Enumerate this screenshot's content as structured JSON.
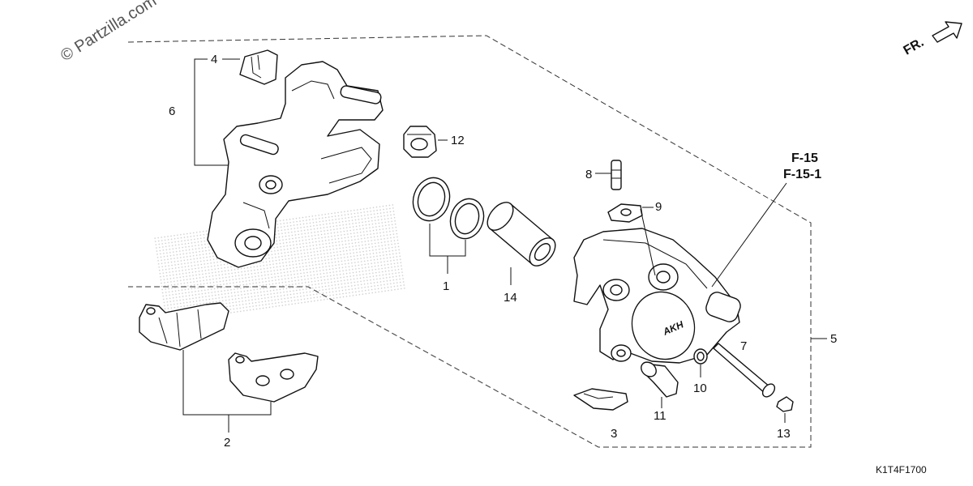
{
  "watermark": "© Partzilla.com",
  "direction": "FR.",
  "refs": [
    "F-15",
    "F-15-1"
  ],
  "diagram_code": "K1T4F1700",
  "callouts": [
    "1",
    "2",
    "3",
    "4",
    "5",
    "6",
    "7",
    "8",
    "9",
    "10",
    "11",
    "12",
    "13",
    "14"
  ],
  "caliper_mark": "AKH"
}
